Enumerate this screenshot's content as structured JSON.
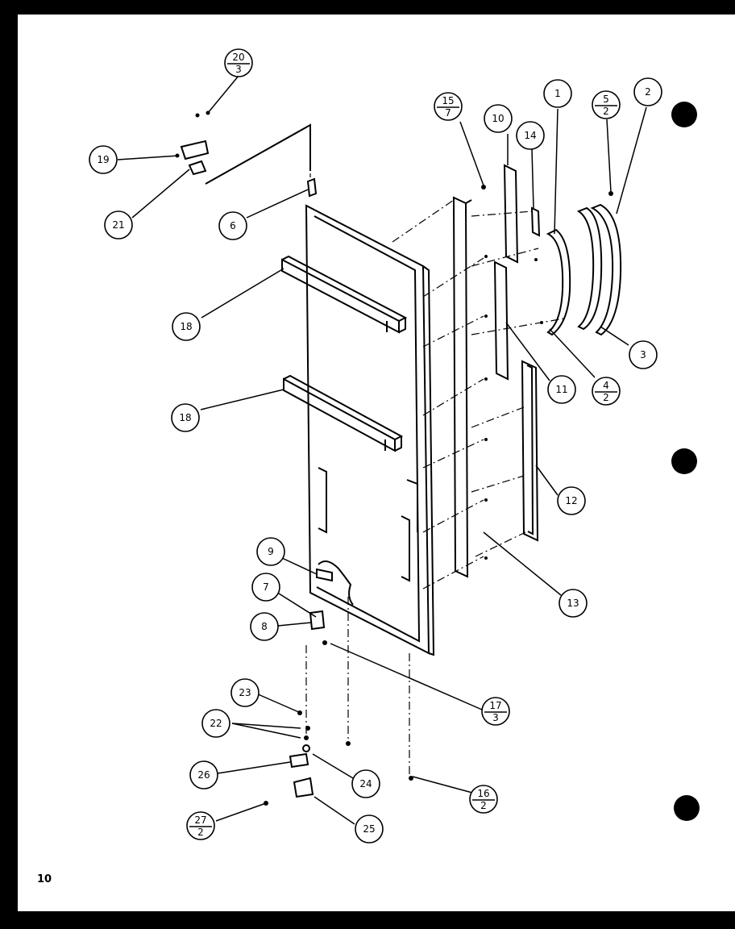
{
  "page_number": "10",
  "callouts": [
    {
      "id": "c1",
      "label": "1"
    },
    {
      "id": "c2",
      "label": "2"
    },
    {
      "id": "c3",
      "label": "3"
    },
    {
      "id": "c4",
      "top": "4",
      "bottom": "2"
    },
    {
      "id": "c5",
      "top": "5",
      "bottom": "2"
    },
    {
      "id": "c6",
      "label": "6"
    },
    {
      "id": "c7",
      "label": "7"
    },
    {
      "id": "c8",
      "label": "8"
    },
    {
      "id": "c9",
      "label": "9"
    },
    {
      "id": "c10",
      "label": "10"
    },
    {
      "id": "c11",
      "label": "11"
    },
    {
      "id": "c12",
      "label": "12"
    },
    {
      "id": "c13",
      "label": "13"
    },
    {
      "id": "c14",
      "label": "14"
    },
    {
      "id": "c15",
      "top": "15",
      "bottom": "7"
    },
    {
      "id": "c16",
      "top": "16",
      "bottom": "2"
    },
    {
      "id": "c17",
      "top": "17",
      "bottom": "3"
    },
    {
      "id": "c18a",
      "label": "18"
    },
    {
      "id": "c18b",
      "label": "18"
    },
    {
      "id": "c19",
      "label": "19"
    },
    {
      "id": "c20",
      "top": "20",
      "bottom": "3"
    },
    {
      "id": "c21",
      "label": "21"
    },
    {
      "id": "c22",
      "label": "22"
    },
    {
      "id": "c23",
      "label": "23"
    },
    {
      "id": "c24",
      "label": "24"
    },
    {
      "id": "c25",
      "label": "25"
    },
    {
      "id": "c26",
      "label": "26"
    },
    {
      "id": "c27",
      "top": "27",
      "bottom": "2"
    }
  ]
}
